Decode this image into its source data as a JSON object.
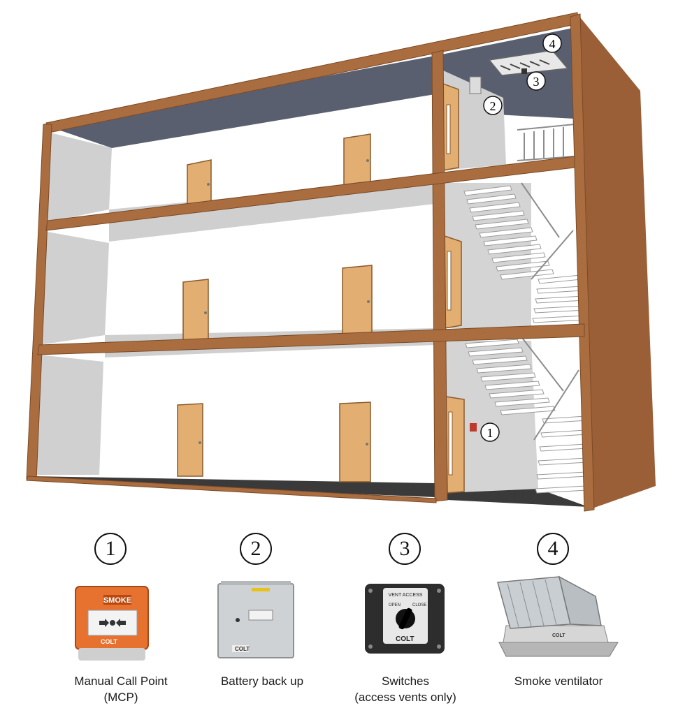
{
  "markers": [
    "1",
    "2",
    "3",
    "4"
  ],
  "items": [
    {
      "number": "1",
      "caption_line1": "Manual Call Point",
      "caption_line2": "(MCP)",
      "device_text": "SMOKE",
      "brand": "COLT"
    },
    {
      "number": "2",
      "caption_line1": "Battery back up",
      "caption_line2": "",
      "brand": "COLT"
    },
    {
      "number": "3",
      "caption_line1": "Switches",
      "caption_line2": "(access vents only)",
      "device_title": "VENT ACCESS",
      "device_open": "OPEN",
      "device_close": "CLOSE",
      "brand": "COLT"
    },
    {
      "number": "4",
      "caption_line1": "Smoke ventilator",
      "caption_line2": "",
      "brand": "COLT"
    }
  ],
  "colors": {
    "frame": "#a96d3f",
    "frame_dark": "#8a5530",
    "ceiling": "#5a5f70",
    "floor": "#3a3a3a",
    "door": "#e2ae72",
    "wall": "#d4d4d4",
    "mcp": "#e7722f"
  }
}
